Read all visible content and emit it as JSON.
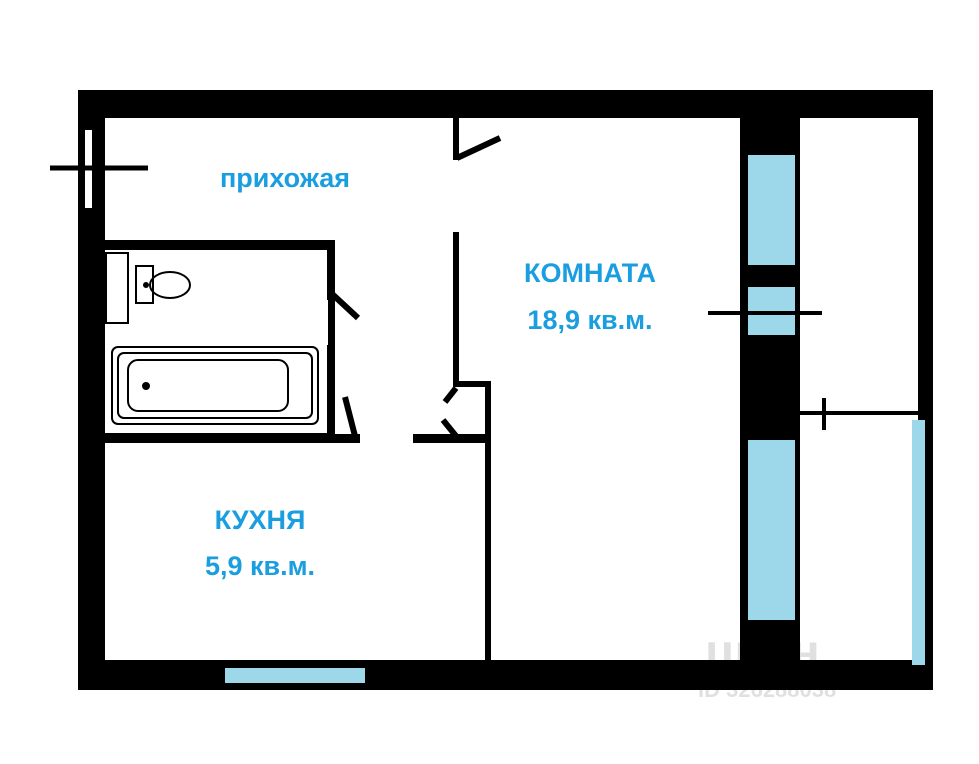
{
  "rooms": {
    "hall": {
      "name": "прихожая"
    },
    "room": {
      "name": "КОМНАТА",
      "area": "18,9 кв.м."
    },
    "kitchen": {
      "name": "КУХНЯ",
      "area": "5,9 кв.м."
    }
  },
  "watermark": {
    "brand": "циан",
    "id": "ID 326288038"
  },
  "colors": {
    "wall": "#000000",
    "window": "#9dd8ea",
    "label": "#1a9ee0"
  }
}
